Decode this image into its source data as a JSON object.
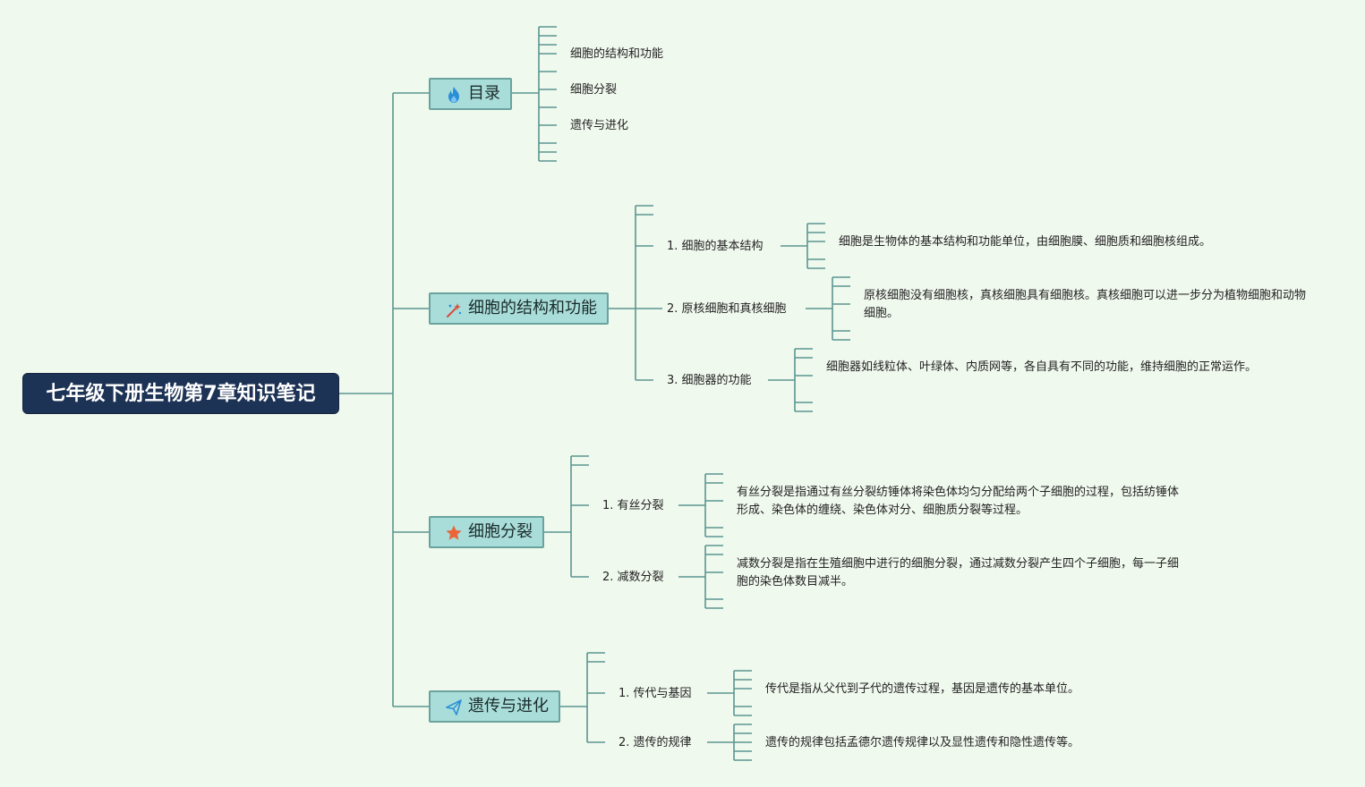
{
  "root": {
    "title": "七年级下册生物第7章知识笔记"
  },
  "branches": [
    {
      "label": "目录",
      "icon": "flame-icon",
      "items": [
        "细胞的结构和功能",
        "细胞分裂",
        "遗传与进化"
      ]
    },
    {
      "label": "细胞的结构和功能",
      "icon": "sparkle-wand-icon",
      "items": [
        {
          "label": "1. 细胞的基本结构",
          "detail": "细胞是生物体的基本结构和功能单位，由细胞膜、细胞质和细胞核组成。"
        },
        {
          "label": "2. 原核细胞和真核细胞",
          "detail": "原核细胞没有细胞核，真核细胞具有细胞核。真核细胞可以进一步分为植物细胞和动物细胞。"
        },
        {
          "label": "3. 细胞器的功能",
          "detail": "细胞器如线粒体、叶绿体、内质网等，各自具有不同的功能，维持细胞的正常运作。"
        }
      ]
    },
    {
      "label": "细胞分裂",
      "icon": "star-icon",
      "items": [
        {
          "label": "1. 有丝分裂",
          "detail": "有丝分裂是指通过有丝分裂纺锤体将染色体均匀分配给两个子细胞的过程，包括纺锤体形成、染色体的缠绕、染色体对分、细胞质分裂等过程。"
        },
        {
          "label": "2. 减数分裂",
          "detail": "减数分裂是指在生殖细胞中进行的细胞分裂，通过减数分裂产生四个子细胞，每一子细胞的染色体数目减半。"
        }
      ]
    },
    {
      "label": "遗传与进化",
      "icon": "paper-plane-icon",
      "items": [
        {
          "label": "1. 传代与基因",
          "detail": "传代是指从父代到子代的遗传过程，基因是遗传的基本单位。"
        },
        {
          "label": "2. 遗传的规律",
          "detail": "遗传的规律包括孟德尔遗传规律以及显性遗传和隐性遗传等。"
        }
      ]
    }
  ],
  "colors": {
    "background": "#f0f9ee",
    "root": "#1d3355",
    "branch_fill": "#a9ddd9",
    "branch_border": "#6aa39e",
    "connector": "#5a9690",
    "flame": "#2b8fd8",
    "star": "#e8663a",
    "wand": "#d94a3a",
    "plane": "#2b8fd8"
  }
}
